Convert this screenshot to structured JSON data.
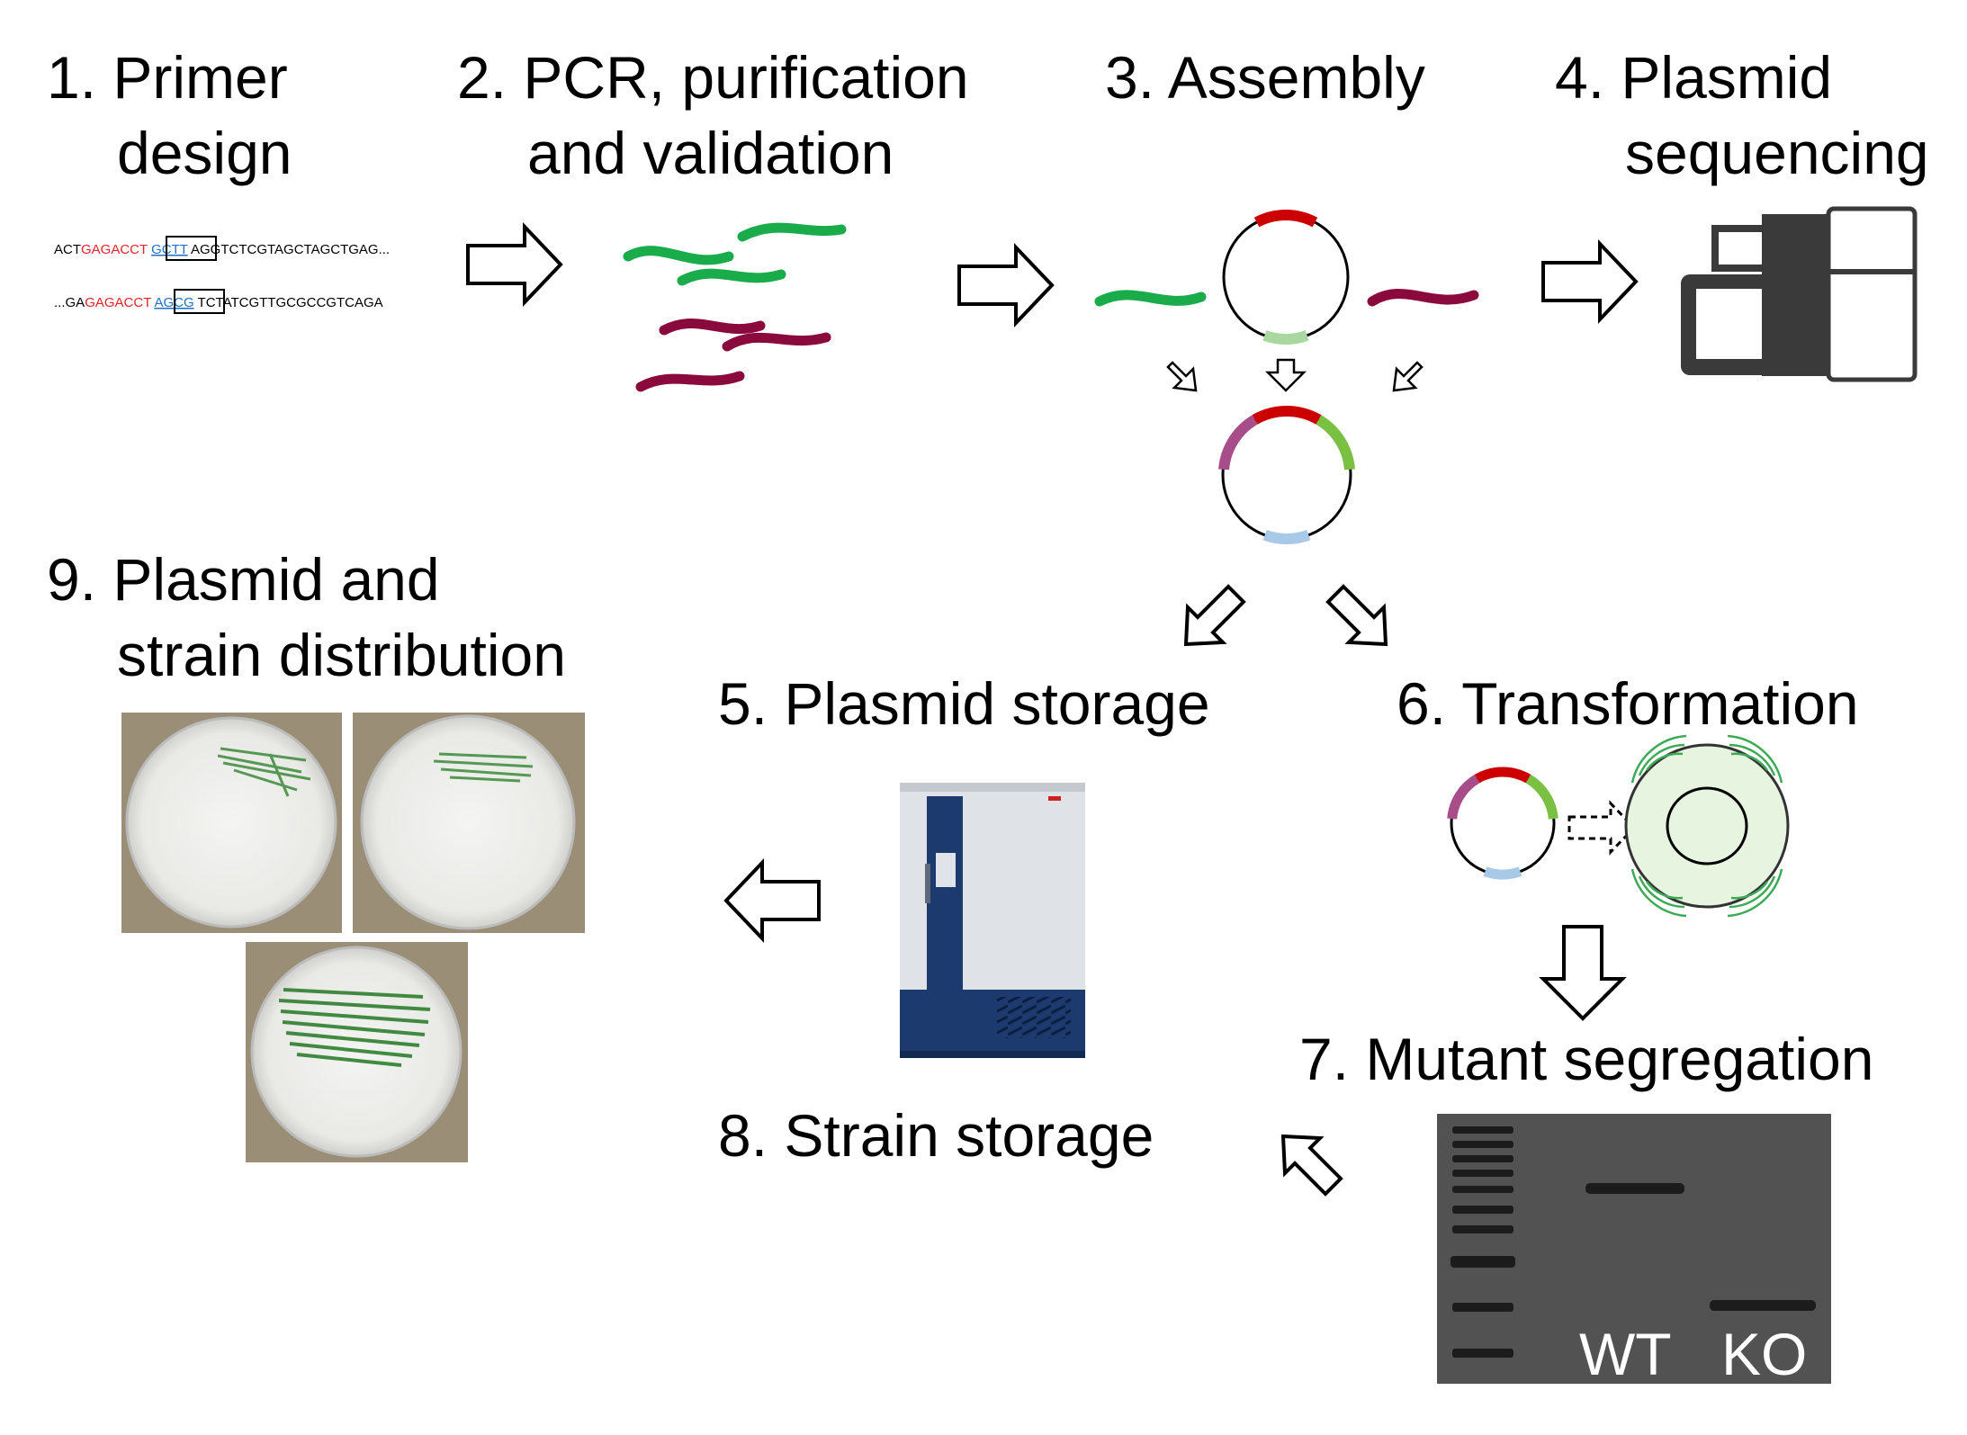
{
  "steps": {
    "s1": {
      "line1": "1. Primer",
      "line2": "design"
    },
    "s2": {
      "line1": "2. PCR, purification",
      "line2": "and validation"
    },
    "s3": {
      "line1": "3. Assembly"
    },
    "s4": {
      "line1": "4. Plasmid",
      "line2": "sequencing"
    },
    "s5": {
      "line1": "5. Plasmid storage"
    },
    "s6": {
      "line1": "6. Transformation"
    },
    "s7": {
      "line1": "7. Mutant segregation"
    },
    "s8": {
      "line1": "8. Strain storage"
    },
    "s9": {
      "line1": "9. Plasmid and",
      "line2": "strain distribution"
    }
  },
  "primers": {
    "p1": {
      "a": "ACT",
      "b": "GAGACCT",
      "c": "GCTT",
      "d": "AGGTCTCGTAGCTAGCTGAG..."
    },
    "p2": {
      "a": "...GA",
      "b": "GAGACCT",
      "c": "AGCG",
      "d": "TCTATCGTTGCGCCGTCAGA"
    }
  },
  "gel": {
    "wt": "WT",
    "ko": "KO"
  },
  "colors": {
    "pcr_green": "#1aab4b",
    "pcr_maroon": "#8b0a3d",
    "module_red": "#cc0000",
    "module_purple": "#a64d8a",
    "module_lightgreen": "#7ac143",
    "module_lightblue": "#a9c9e8",
    "backbone_green": "#a8d8a0",
    "primer_overhang_red": "#e8202a",
    "primer_site_blue": "#1f6fc4",
    "cell_fill": "#e6f4e0",
    "cell_stroke": "#3daa55",
    "gel_bg": "#525252",
    "freezer_blue": "#1c3a6e"
  },
  "icons": [
    "right-arrow-icon",
    "down-arrow-icon",
    "left-arrow-icon",
    "diagonal-arrow-icon",
    "plasmid-icon",
    "sequencer-icon",
    "freezer-icon",
    "cell-icon",
    "agar-plate-icon",
    "gel-icon"
  ]
}
